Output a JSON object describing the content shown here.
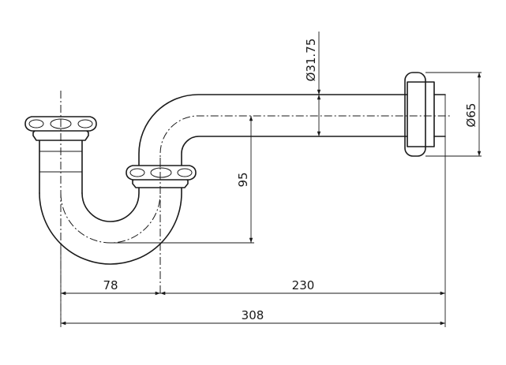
{
  "dimensions": {
    "bottom_left_width": "78",
    "bottom_right_width": "230",
    "overall_width": "308",
    "trap_depth": "95",
    "pipe_diameter": "Ø31.75",
    "flange_diameter": "Ø65"
  }
}
